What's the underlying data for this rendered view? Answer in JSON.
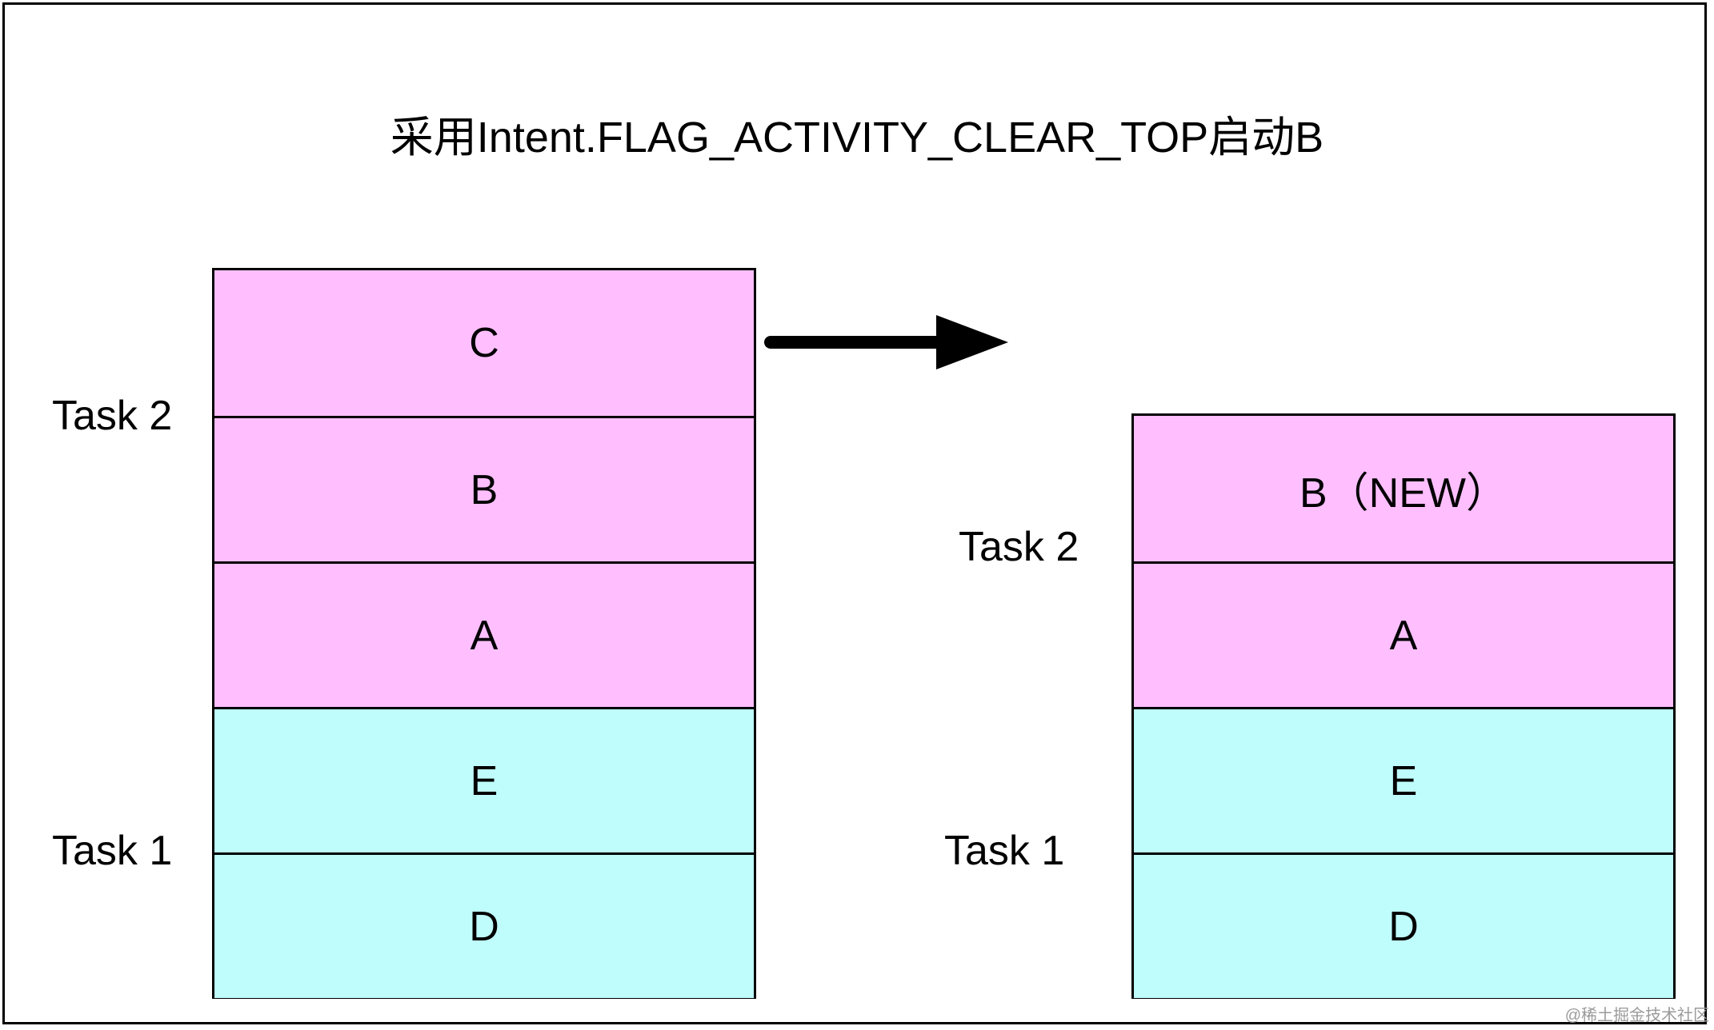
{
  "title": "采用Intent.FLAG_ACTIVITY_CLEAR_TOP启动B",
  "colors": {
    "task2_fill": "#ffbfff",
    "task1_fill": "#bffcfc",
    "stroke": "#000000"
  },
  "before": {
    "task2_label": "Task 2",
    "task1_label": "Task 1",
    "cells": [
      {
        "label": "C",
        "task": "task2"
      },
      {
        "label": "B",
        "task": "task2"
      },
      {
        "label": "A",
        "task": "task2"
      },
      {
        "label": "E",
        "task": "task1"
      },
      {
        "label": "D",
        "task": "task1"
      }
    ]
  },
  "after": {
    "task2_label": "Task 2",
    "task1_label": "Task 1",
    "cells": [
      {
        "label": "B（NEW）",
        "task": "task2"
      },
      {
        "label": "A",
        "task": "task2"
      },
      {
        "label": "E",
        "task": "task1"
      },
      {
        "label": "D",
        "task": "task1"
      }
    ]
  },
  "watermark": "@稀土掘金技术社区"
}
